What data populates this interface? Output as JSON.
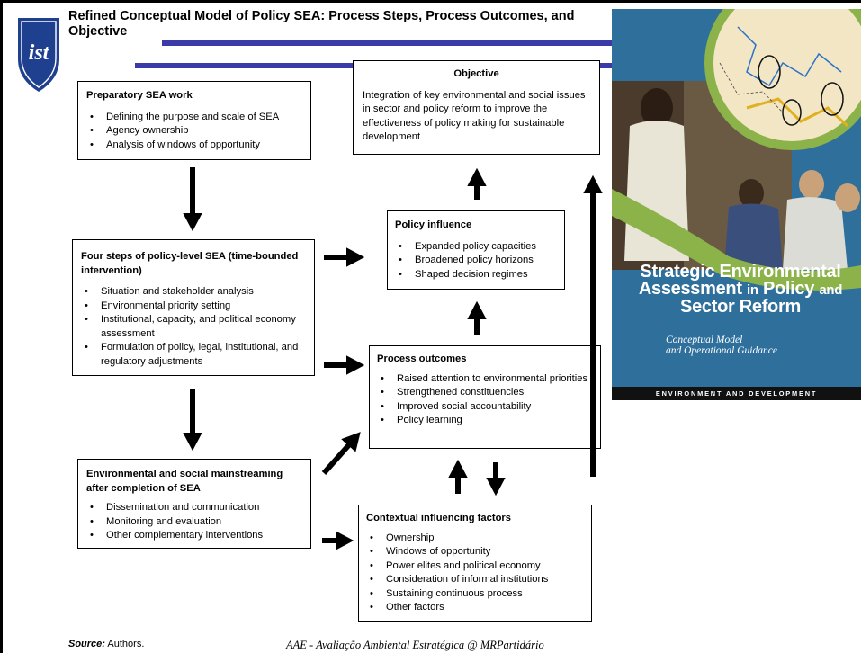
{
  "header": {
    "title": "Refined Conceptual Model of Policy SEA: Process Steps, Process Outcomes, and Objective"
  },
  "logo": {
    "text": "ist"
  },
  "boxes": {
    "preparatory": {
      "heading": "Preparatory SEA work",
      "items": [
        "Defining the purpose and scale of SEA",
        "Agency ownership",
        "Analysis of windows of opportunity"
      ]
    },
    "four_steps": {
      "heading": "Four steps of policy-level SEA (time-bounded intervention)",
      "items": [
        "Situation and stakeholder analysis",
        "Environmental priority setting",
        "Institutional, capacity, and political economy assessment",
        "Formulation of policy, legal, institutional, and regulatory adjustments"
      ]
    },
    "mainstreaming": {
      "heading": "Environmental and social mainstreaming after completion of SEA",
      "items": [
        "Dissemination and communication",
        "Monitoring and evaluation",
        "Other complementary interventions"
      ]
    },
    "objective": {
      "heading": "Objective",
      "text": "Integration of key environmental and social issues in sector and policy reform to improve the effectiveness of policy making for sustainable development"
    },
    "policy_influence": {
      "heading": "Policy influence",
      "items": [
        "Expanded policy capacities",
        "Broadened policy horizons",
        "Shaped decision regimes"
      ]
    },
    "process_outcomes": {
      "heading": "Process outcomes",
      "items": [
        "Raised attention to environmental priorities",
        "Strengthened constituencies",
        "Improved social accountability",
        "Policy learning"
      ]
    },
    "contextual": {
      "heading": "Contextual influencing factors",
      "items": [
        "Ownership",
        "Windows of opportunity",
        "Power elites and political economy",
        "Consideration of informal institutions",
        "Sustaining continuous process",
        "Other factors"
      ]
    }
  },
  "cover": {
    "title_line1": "Strategic Environmental",
    "title_line2a": "Assessment",
    "title_line2b": "in",
    "title_line2c": "Policy",
    "title_line2d": "and",
    "title_line3": "Sector Reform",
    "subtitle_line1": "Conceptual Model",
    "subtitle_line2": "and Operational Guidance",
    "band": "ENVIRONMENT AND DEVELOPMENT"
  },
  "footer": {
    "source_label": "Source:",
    "source_text": " Authors.",
    "credit": "AAE - Avaliação Ambiental Estratégica   @   MRPartidário"
  },
  "colors": {
    "accent_bar": "#3a3aa8",
    "logo_blue": "#1f3f8f",
    "cover_blue": "#2f6f9c"
  }
}
